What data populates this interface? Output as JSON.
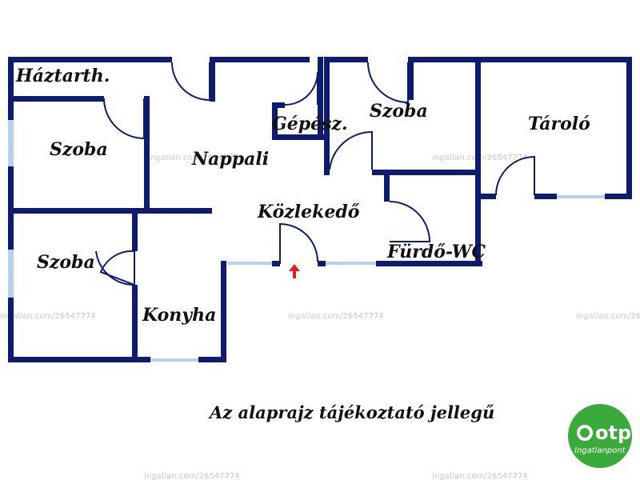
{
  "rooms": {
    "haztarth": "Háztarth.",
    "szoba_left_top": "Szoba",
    "nappali": "Nappali",
    "gepesz": "Gépész.",
    "szoba_mid": "Szoba",
    "tarolo": "Tároló",
    "kozlekedo": "Közlekedő",
    "szoba_left_bottom": "Szoba",
    "konyha": "Konyha",
    "furdo_wc": "Fürdő-WC"
  },
  "caption": "Az alaprajz tájékoztató jellegű",
  "watermark": {
    "text": "ingatlan.com/26547774"
  },
  "logo": {
    "name": "otp",
    "sub": "Ingatlanpont",
    "color": "#3aab3a"
  },
  "colors": {
    "wall": "#0f1b6e",
    "window": "#b5d2e8",
    "entrance_arrow": "#e02020"
  },
  "icons": {
    "entrance": "entrance-arrow-icon",
    "logo": "otp-logo-icon"
  }
}
